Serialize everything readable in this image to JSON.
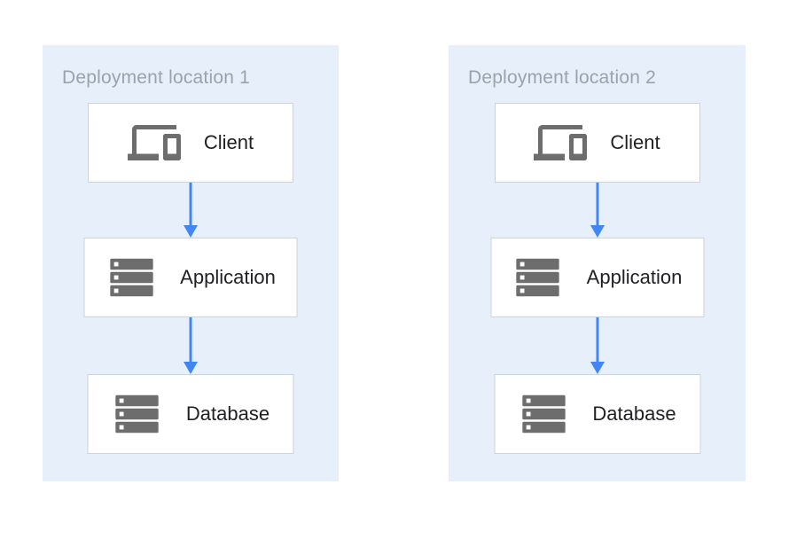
{
  "colors": {
    "page_bg": "#ffffff",
    "panel_bg": "#e7effa",
    "box_bg": "#ffffff",
    "box_border": "#ccd3da",
    "icon_gray": "#6d6d6d",
    "label_text": "#202124",
    "title_text": "#9aa2ab",
    "arrow_blue": "#4285f4"
  },
  "panels": [
    {
      "title": "Deployment location 1",
      "nodes": [
        {
          "label": "Client",
          "icon": "devices-icon"
        },
        {
          "label": "Application",
          "icon": "server-stack-icon"
        },
        {
          "label": "Database",
          "icon": "server-stack-icon"
        }
      ]
    },
    {
      "title": "Deployment location 2",
      "nodes": [
        {
          "label": "Client",
          "icon": "devices-icon"
        },
        {
          "label": "Application",
          "icon": "server-stack-icon"
        },
        {
          "label": "Database",
          "icon": "server-stack-icon"
        }
      ]
    }
  ]
}
